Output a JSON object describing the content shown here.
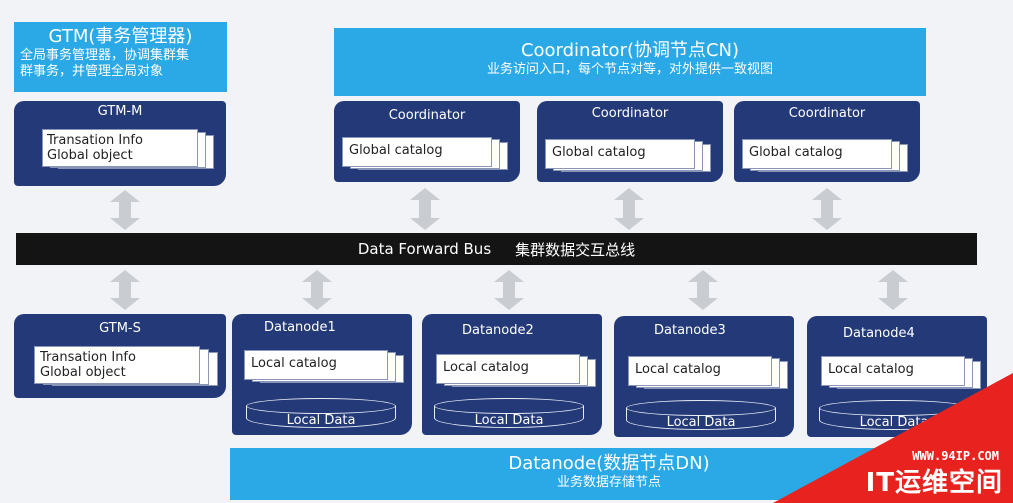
{
  "gtm_banner": {
    "title": "GTM(事务管理器)",
    "desc_line1": "全局事务管理器，协调集群集",
    "desc_line2": "群事务，并管理全局对象"
  },
  "cn_banner": {
    "title": "Coordinator(协调节点CN)",
    "desc": "业务访问入口，每个节点对等，对外提供一致视图"
  },
  "gtm_m": {
    "title": "GTM-M",
    "line1": "Transation Info",
    "line2": "Global object"
  },
  "gtm_s": {
    "title": "GTM-S",
    "line1": "Transation Info",
    "line2": "Global object"
  },
  "coordinators": [
    {
      "title": "Coordinator",
      "catalog": "Global catalog"
    },
    {
      "title": "Coordinator",
      "catalog": "Global catalog"
    },
    {
      "title": "Coordinator",
      "catalog": "Global catalog"
    }
  ],
  "bus": {
    "label_en": "Data Forward Bus",
    "label_cn": "集群数据交互总线"
  },
  "datanodes": [
    {
      "title": "Datanode1",
      "catalog": "Local catalog",
      "data": "Local Data"
    },
    {
      "title": "Datanode2",
      "catalog": "Local catalog",
      "data": "Local Data"
    },
    {
      "title": "Datanode3",
      "catalog": "Local catalog",
      "data": "Local Data"
    },
    {
      "title": "Datanode4",
      "catalog": "Local catalog",
      "data": "Local Data"
    }
  ],
  "dn_banner": {
    "title": "Datanode(数据节点DN)",
    "desc": "业务数据存储节点"
  },
  "watermark": {
    "url": "WWW.94IP.COM",
    "brand": "IT运维空间"
  },
  "colors": {
    "banner": "#2ba9e7",
    "node": "#243a78",
    "bus": "#141414",
    "arrow": "#c9ccd1",
    "watermark": "#e8231f"
  }
}
